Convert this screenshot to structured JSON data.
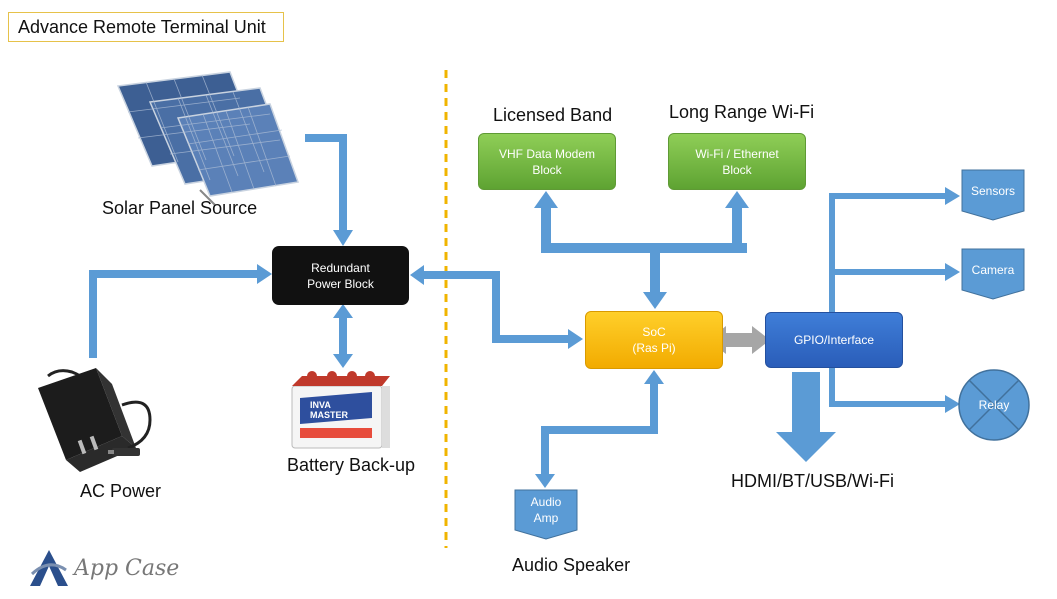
{
  "title": "Advance Remote Terminal Unit",
  "labels": {
    "solar": "Solar Panel Source",
    "ac_power": "AC Power",
    "battery": "Battery Back-up",
    "licensed_band": "Licensed Band",
    "long_range_wifi": "Long Range Wi-Fi",
    "hdmi": "HDMI/BT/USB/Wi-Fi",
    "audio_speaker": "Audio Speaker"
  },
  "blocks": {
    "redundant_power": "Redundant\nPower Block",
    "vhf_modem": "VHF Data Modem\nBlock",
    "wifi_ethernet": "Wi-Fi / Ethernet\nBlock",
    "soc": "SoC\n(Ras Pi)",
    "gpio": "GPIO/Interface"
  },
  "devices": {
    "sensors": "Sensors",
    "camera": "Camera",
    "relay": "Relay",
    "audio_amp": "Audio\nAmp"
  },
  "battery_print": "INVA\nMASTER",
  "logo": "App Case",
  "colors": {
    "arrow": "#5b9bd5",
    "divider": "#f0b400",
    "green": "#70ad47",
    "soc": "#ffc000",
    "gpio": "#2f65c2"
  }
}
